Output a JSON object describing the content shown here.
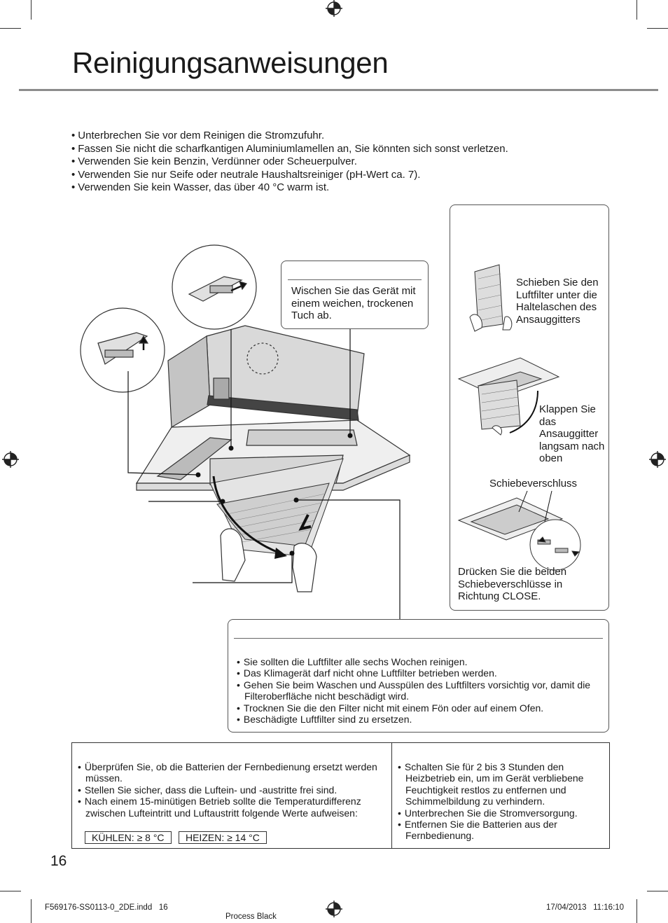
{
  "page": {
    "title": "Reinigungsanweisungen",
    "page_number": "16"
  },
  "intro": {
    "items": [
      "Unterbrechen Sie vor dem Reinigen die Stromzufuhr.",
      "Fassen Sie nicht die scharfkantigen Aluminiumlamellen an, Sie könnten sich sonst verletzen.",
      "Verwenden Sie kein Benzin, Verdünner oder Scheuerpulver.",
      "Verwenden Sie nur Seife oder neutrale Haushaltsreiniger (pH-Wert ca. 7).",
      "Verwenden Sie kein Wasser, das über 40 °C warm ist."
    ]
  },
  "wipe_box": {
    "text": "Wischen Sie das Gerät mit einem weichen, trockenen Tuch ab."
  },
  "side_panel": {
    "step1": "Schieben Sie den Luftfilter unter die Haltelaschen des Ansauggitters",
    "step2": "Klappen Sie das Ansauggitter langsam nach oben",
    "slider_label": "Schiebeverschluss",
    "step3": "Drücken Sie die beiden Schiebeverschlüsse in Richtung CLOSE."
  },
  "filter_notes": {
    "items": [
      "Sie sollten die Luftfilter alle sechs Wochen reinigen.",
      "Das Klimagerät darf nicht ohne Luftfilter betrieben werden.",
      "Gehen Sie beim Waschen und Ausspülen des Luftfilters vorsichtig vor, damit die Filteroberfläche nicht beschädigt wird.",
      "Trocknen Sie die den Filter nicht mit einem Fön oder auf einem Ofen.",
      "Beschädigte Luftfilter sind zu ersetzen."
    ]
  },
  "bottom_table": {
    "left": {
      "items": [
        "Überprüfen Sie, ob die Batterien der Fernbedienung ersetzt werden müssen.",
        "Stellen Sie sicher, dass die Luftein- und -austritte frei sind.",
        "Nach einem 15-minütigen Betrieb sollte die Temperaturdifferenz zwischen Lufteintritt und Luftaustritt folgende Werte aufweisen:"
      ],
      "cooling": "KÜHLEN: ≥ 8 °C",
      "heating": "HEIZEN: ≥ 14 °C"
    },
    "right": {
      "items": [
        "Schalten Sie für 2 bis 3 Stunden den Heizbetrieb ein, um im Gerät verbliebene Feuchtigkeit restlos zu entfernen und Schimmelbildung zu verhindern.",
        "Unterbrechen Sie die Stromversorgung.",
        "Entfernen Sie die Batterien aus der Fernbedienung."
      ]
    }
  },
  "footer": {
    "file": "F569176-SS0113-0_2DE.indd   16",
    "color": "Process Black",
    "timestamp": "17/04/2013   11:16:10"
  }
}
